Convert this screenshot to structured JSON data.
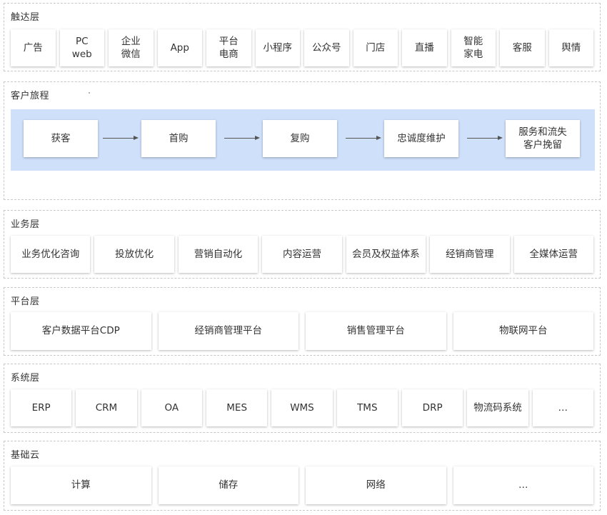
{
  "touch_layer": {
    "title": "触达层",
    "items": [
      "广告",
      "PC\nweb",
      "企业\n微信",
      "App",
      "平台\n电商",
      "小程序",
      "公众号",
      "门店",
      "直播",
      "智能\n家电",
      "客服",
      "舆情"
    ]
  },
  "journey_layer": {
    "title": "客户旅程",
    "steps": [
      "获客",
      "首购",
      "复购",
      "忠诚度维护",
      "服务和流失\n客户挽留"
    ]
  },
  "business_layer": {
    "title": "业务层",
    "items": [
      "业务优化咨询",
      "投放优化",
      "营销自动化",
      "内容运营",
      "会员及权益体系",
      "经销商管理",
      "全媒体运营"
    ]
  },
  "platform_layer": {
    "title": "平台层",
    "items": [
      "客户数据平台CDP",
      "经销商管理平台",
      "销售管理平台",
      "物联网平台"
    ]
  },
  "system_layer": {
    "title": "系统层",
    "items": [
      "ERP",
      "CRM",
      "OA",
      "MES",
      "WMS",
      "TMS",
      "DRP",
      "物流码系统",
      "…"
    ]
  },
  "cloud_layer": {
    "title": "基础云",
    "items": [
      "计算",
      "储存",
      "网络",
      "…"
    ]
  }
}
